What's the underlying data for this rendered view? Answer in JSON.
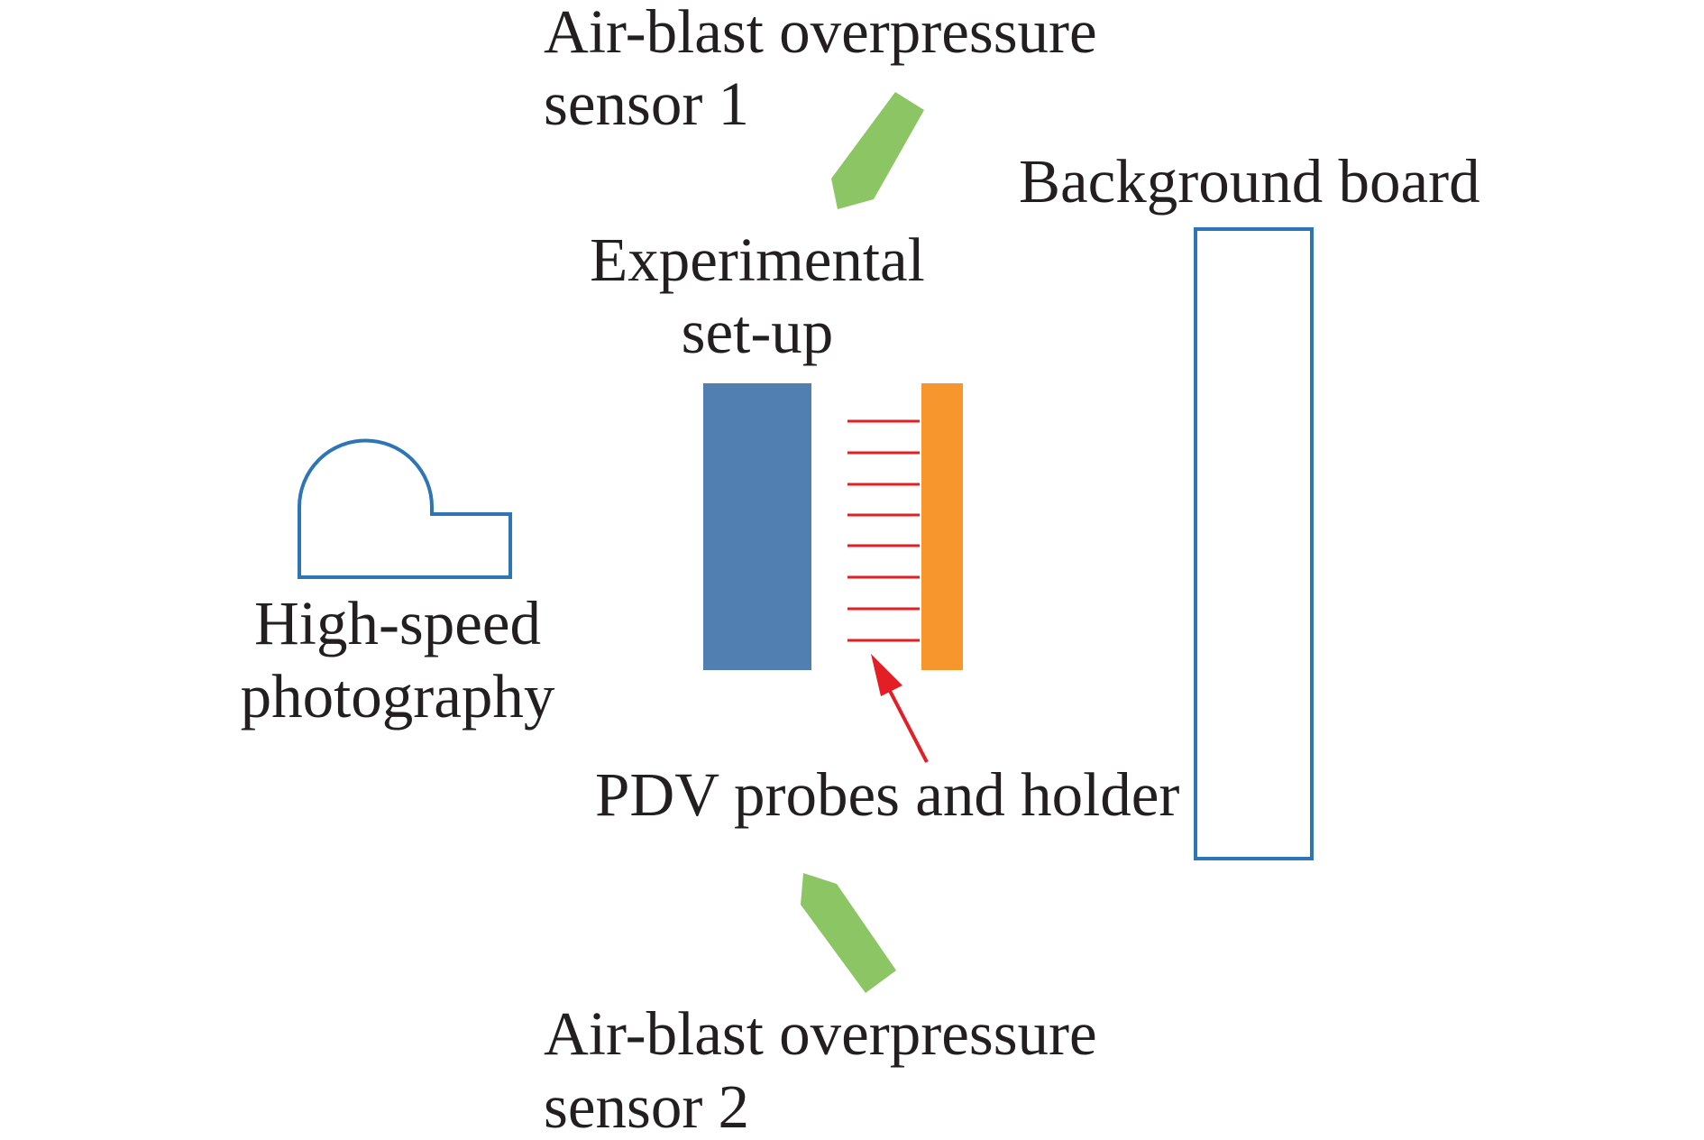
{
  "labels": {
    "sensor1_line1": "Air-blast overpressure",
    "sensor1_line2": "sensor 1",
    "background_board": "Background board",
    "setup_line1": "Experimental",
    "setup_line2": "set-up",
    "camera_line1": "High-speed",
    "camera_line2": "photography",
    "pdv": "PDV probes and holder",
    "sensor2_line1": "Air-blast overpressure",
    "sensor2_line2": "sensor 2"
  },
  "colors": {
    "outline_blue": "#2e75b6",
    "charge_blue": "#527fb2",
    "holder_orange": "#f6962d",
    "probe_red": "#e31e25",
    "sensor_green": "#8cc664",
    "text": "#231f20"
  },
  "probe_count": 8
}
